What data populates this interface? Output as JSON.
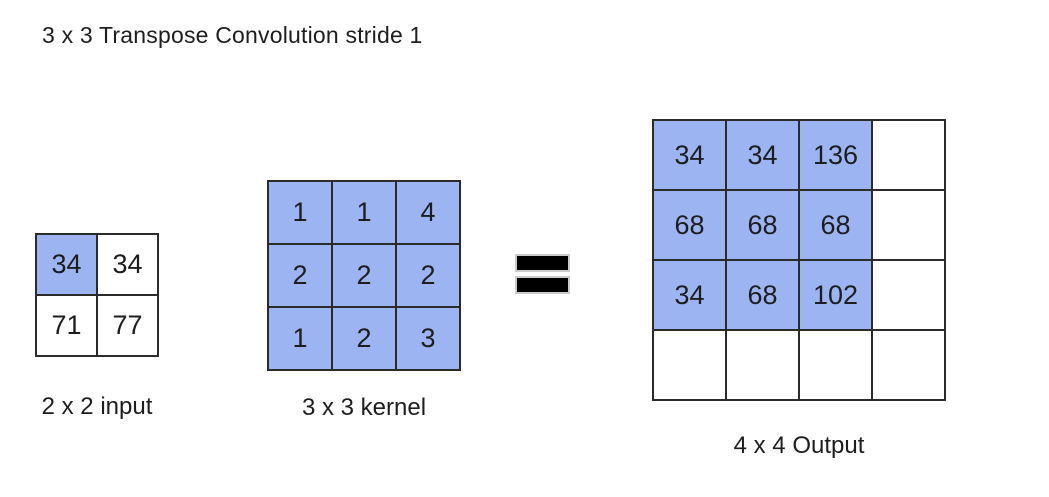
{
  "title": "3 x 3 Transpose Convolution stride 1",
  "colors": {
    "highlight": "#9cb5f2",
    "border": "#2b2b2b",
    "text": "#1d1d1d",
    "equals-fill": "#000000",
    "equals-border": "#cccccc",
    "background": "#ffffff"
  },
  "equals": "=",
  "input": {
    "label": "2 x 2 input",
    "cells": [
      [
        {
          "v": "34",
          "hl": "true"
        },
        {
          "v": "34",
          "hl": "false"
        }
      ],
      [
        {
          "v": "71",
          "hl": "false"
        },
        {
          "v": "77",
          "hl": "false"
        }
      ]
    ]
  },
  "kernel": {
    "label": "3 x 3 kernel",
    "cells": [
      [
        {
          "v": "1",
          "hl": "true"
        },
        {
          "v": "1",
          "hl": "true"
        },
        {
          "v": "4",
          "hl": "true"
        }
      ],
      [
        {
          "v": "2",
          "hl": "true"
        },
        {
          "v": "2",
          "hl": "true"
        },
        {
          "v": "2",
          "hl": "true"
        }
      ],
      [
        {
          "v": "1",
          "hl": "true"
        },
        {
          "v": "2",
          "hl": "true"
        },
        {
          "v": "3",
          "hl": "true"
        }
      ]
    ]
  },
  "output": {
    "label": "4 x 4 Output",
    "cells": [
      [
        {
          "v": "34",
          "hl": "true"
        },
        {
          "v": "34",
          "hl": "true"
        },
        {
          "v": "136",
          "hl": "true"
        },
        {
          "v": "",
          "hl": "false"
        }
      ],
      [
        {
          "v": "68",
          "hl": "true"
        },
        {
          "v": "68",
          "hl": "true"
        },
        {
          "v": "68",
          "hl": "true"
        },
        {
          "v": "",
          "hl": "false"
        }
      ],
      [
        {
          "v": "34",
          "hl": "true"
        },
        {
          "v": "68",
          "hl": "true"
        },
        {
          "v": "102",
          "hl": "true"
        },
        {
          "v": "",
          "hl": "false"
        }
      ],
      [
        {
          "v": "",
          "hl": "false"
        },
        {
          "v": "",
          "hl": "false"
        },
        {
          "v": "",
          "hl": "false"
        },
        {
          "v": "",
          "hl": "false"
        }
      ]
    ]
  }
}
